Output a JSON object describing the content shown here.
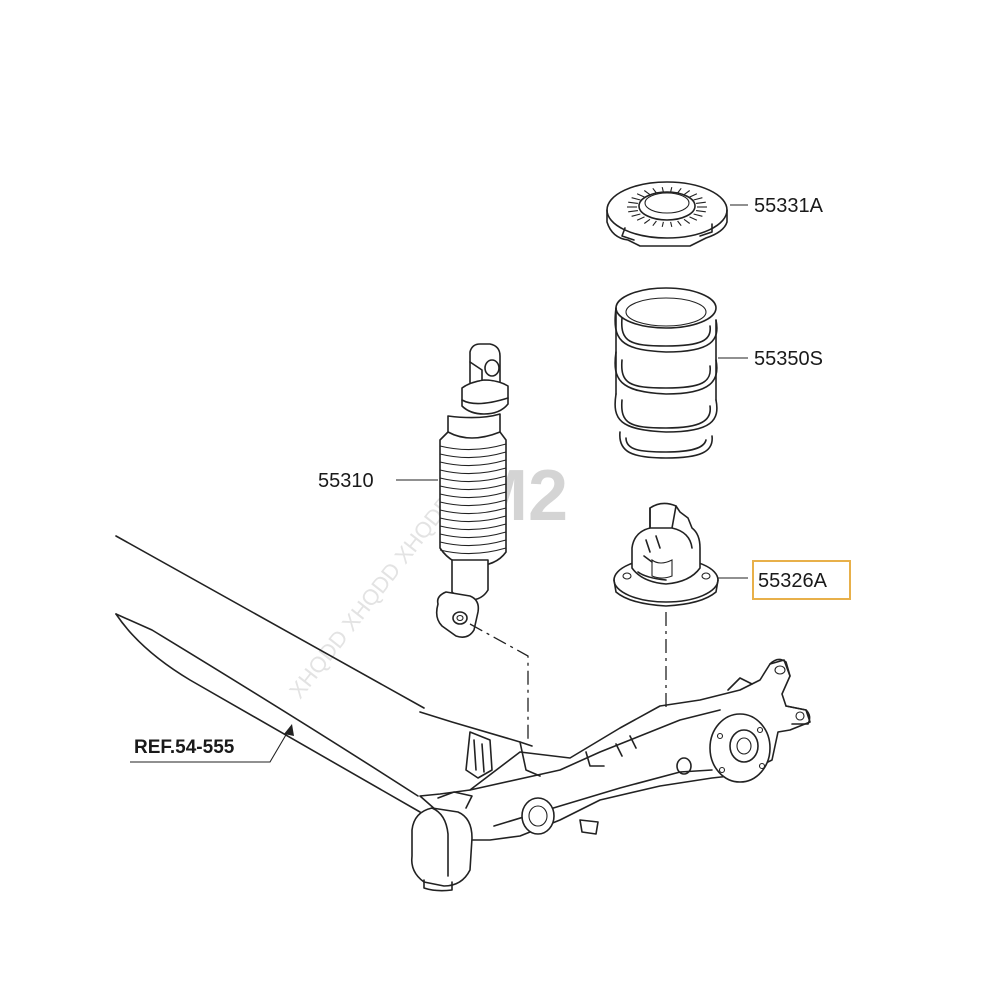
{
  "parts": {
    "spring_pad_upper": "55331A",
    "coil_spring": "55350S",
    "shock_absorber": "55310",
    "spring_pad_lower": "55326A"
  },
  "reference": "REF.54-555",
  "watermark": {
    "letters": "M2",
    "text": "XHQDD XHQDD XHQDD"
  },
  "highlight_color": "#e8b04a"
}
